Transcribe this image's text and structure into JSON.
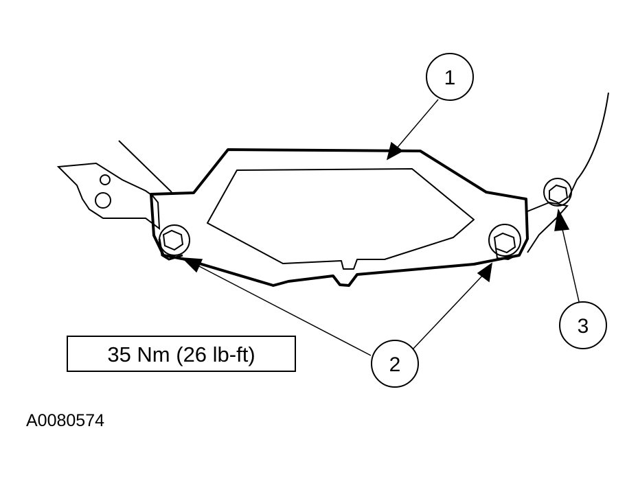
{
  "callouts": {
    "one": "1",
    "two": "2",
    "three": "3"
  },
  "torque_spec": "35 Nm (26 lb-ft)",
  "figure_id": "A0080574",
  "colors": {
    "line": "#000000",
    "background": "#ffffff"
  }
}
